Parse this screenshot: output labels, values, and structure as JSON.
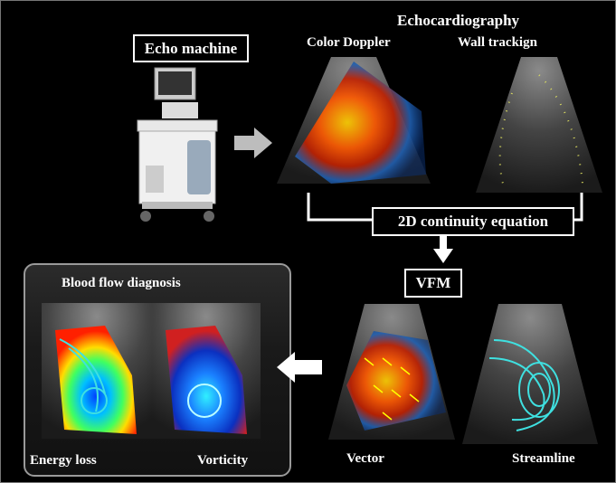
{
  "title": "Echocardiography",
  "echo_machine_label": "Echo machine",
  "echo_images": {
    "color_doppler": "Color Doppler",
    "wall_tracking": "Wall trackign"
  },
  "continuity_label": "2D continuity equation",
  "vfm_label": "VFM",
  "vfm_images": {
    "vector": "Vector",
    "streamline": "Streamline"
  },
  "diagnosis": {
    "title": "Blood flow diagnosis",
    "energy_loss": "Energy loss",
    "vorticity": "Vorticity"
  },
  "colors": {
    "background": "#000000",
    "panel_border": "#9a9a9a",
    "gray_arrow": "#bdbdbd",
    "stream": "#3fe0e0"
  }
}
